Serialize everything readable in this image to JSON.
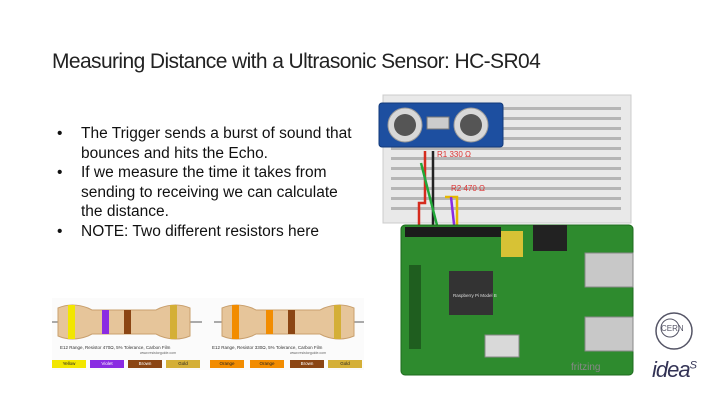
{
  "slide": {
    "title": "Measuring Distance with a Ultrasonic Sensor: HC-SR04",
    "bullets": [
      "The Trigger sends a burst of sound that bounces and hits the Echo.",
      "If we measure the time it takes from sending to receiving we can calculate the distance.",
      "NOTE: Two different resistors here"
    ]
  },
  "resistors": {
    "left_caption": "E12 Range, Resistor 470Ω, 5% Tolerance, Carbon Film",
    "left_sub": "www.resistorguide.com",
    "right_caption": "E12 Range, Resistor 330Ω, 5% Tolerance, Carbon Film",
    "right_sub": "www.resistorguide.com",
    "left_bands": [
      "Yellow",
      "Violet",
      "Brown",
      "Gold"
    ],
    "right_bands": [
      "Orange",
      "Orange",
      "Brown",
      "Gold"
    ],
    "band_colors": {
      "Yellow": "#f2e600",
      "Violet": "#8a2be2",
      "Brown": "#8b4513",
      "Gold": "#d4af37",
      "Orange": "#f28c00"
    }
  },
  "circuit": {
    "r1_label": "R1 330 Ω",
    "r2_label": "R2 470 Ω",
    "board_text": "Raspberry Pi Model B",
    "fritzing_label": "fritzing"
  },
  "logos": {
    "cern": "CERN",
    "ideas": "idea",
    "ideas_sup": "S"
  }
}
